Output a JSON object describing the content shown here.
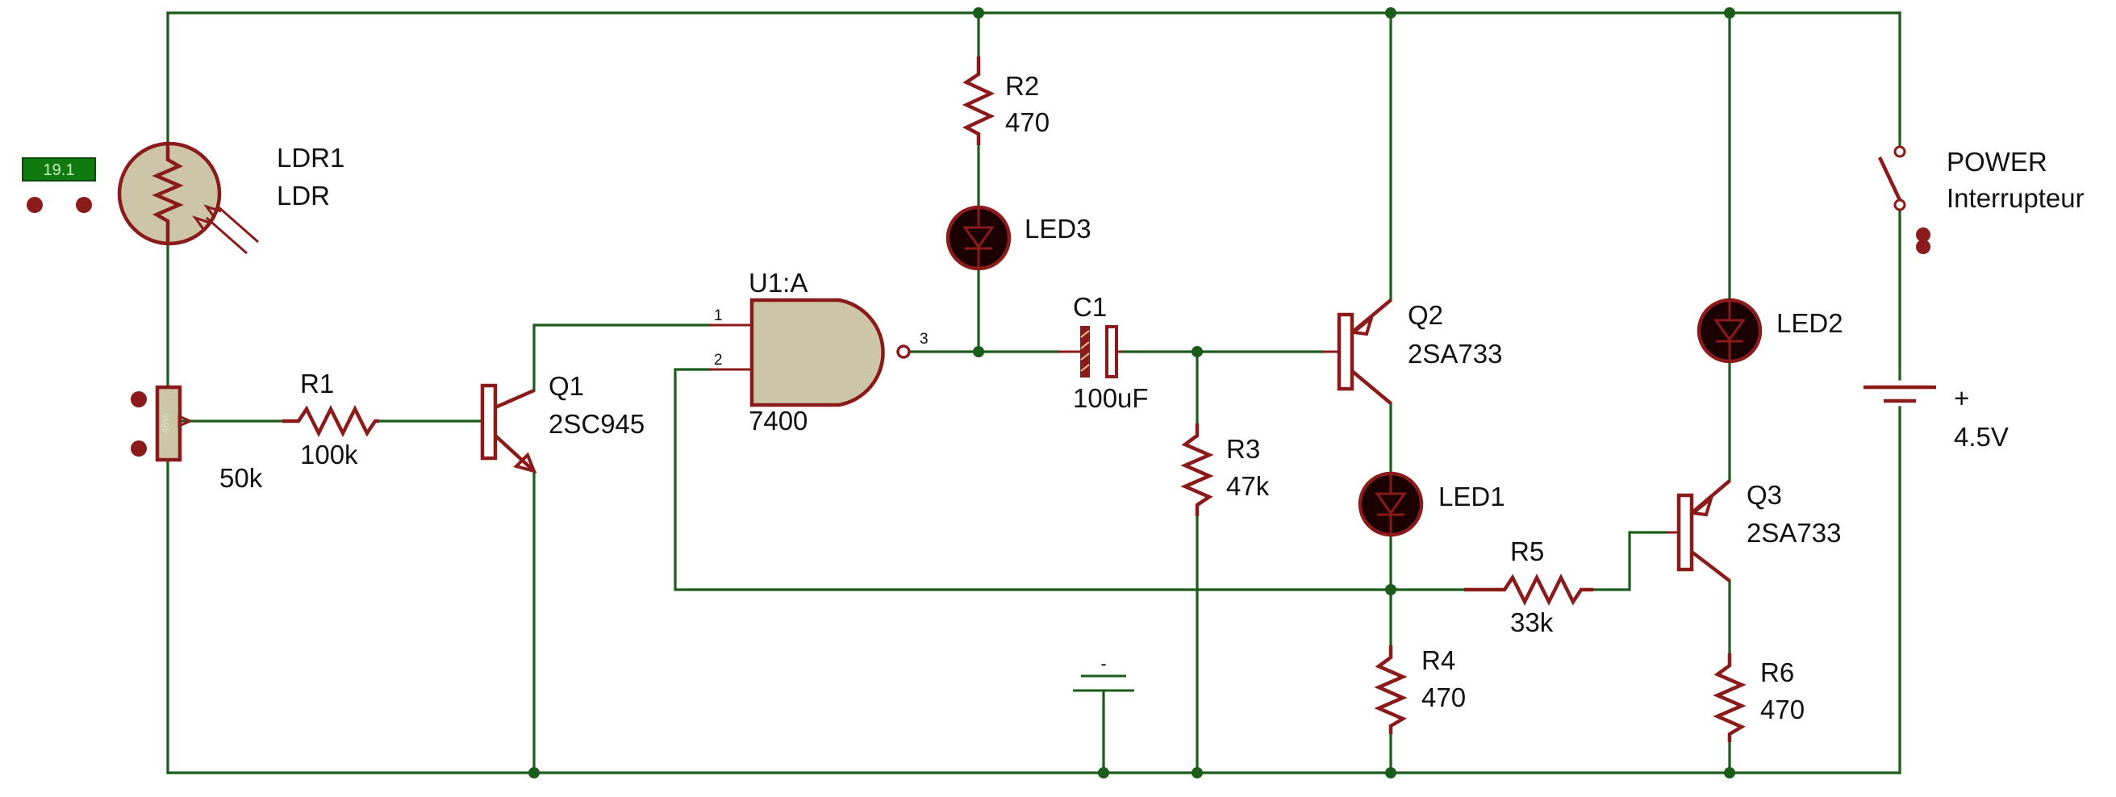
{
  "components": {
    "ldr": {
      "ref": "LDR1",
      "value": "LDR"
    },
    "ldr_meter": {
      "reading": "19.1"
    },
    "pot": {
      "value": "50k",
      "setting": "46%"
    },
    "r1": {
      "ref": "R1",
      "value": "100k"
    },
    "q1": {
      "ref": "Q1",
      "value": "2SC945"
    },
    "u1": {
      "ref": "U1:A",
      "value": "7400",
      "pin1": "1",
      "pin2": "2",
      "pin3": "3"
    },
    "r2": {
      "ref": "R2",
      "value": "470"
    },
    "led3": {
      "ref": "LED3"
    },
    "c1": {
      "ref": "C1",
      "value": "100uF"
    },
    "r3": {
      "ref": "R3",
      "value": "47k"
    },
    "q2": {
      "ref": "Q2",
      "value": "2SA733"
    },
    "led1": {
      "ref": "LED1"
    },
    "r4": {
      "ref": "R4",
      "value": "470"
    },
    "r5": {
      "ref": "R5",
      "value": "33k"
    },
    "led2": {
      "ref": "LED2"
    },
    "q3": {
      "ref": "Q3",
      "value": "2SA733"
    },
    "r6": {
      "ref": "R6",
      "value": "470"
    },
    "switch": {
      "ref": "POWER",
      "value": "Interrupteur"
    },
    "battery": {
      "polarity": "+",
      "value": "4.5V"
    },
    "ground": {
      "symbol": "-"
    }
  },
  "colors": {
    "wire": "#1a5c1a",
    "component": "#8b1a1a",
    "body_fill": "#cdc5a8",
    "led_fill": "#1a0000",
    "lcd_bg": "#0f7a0f"
  }
}
